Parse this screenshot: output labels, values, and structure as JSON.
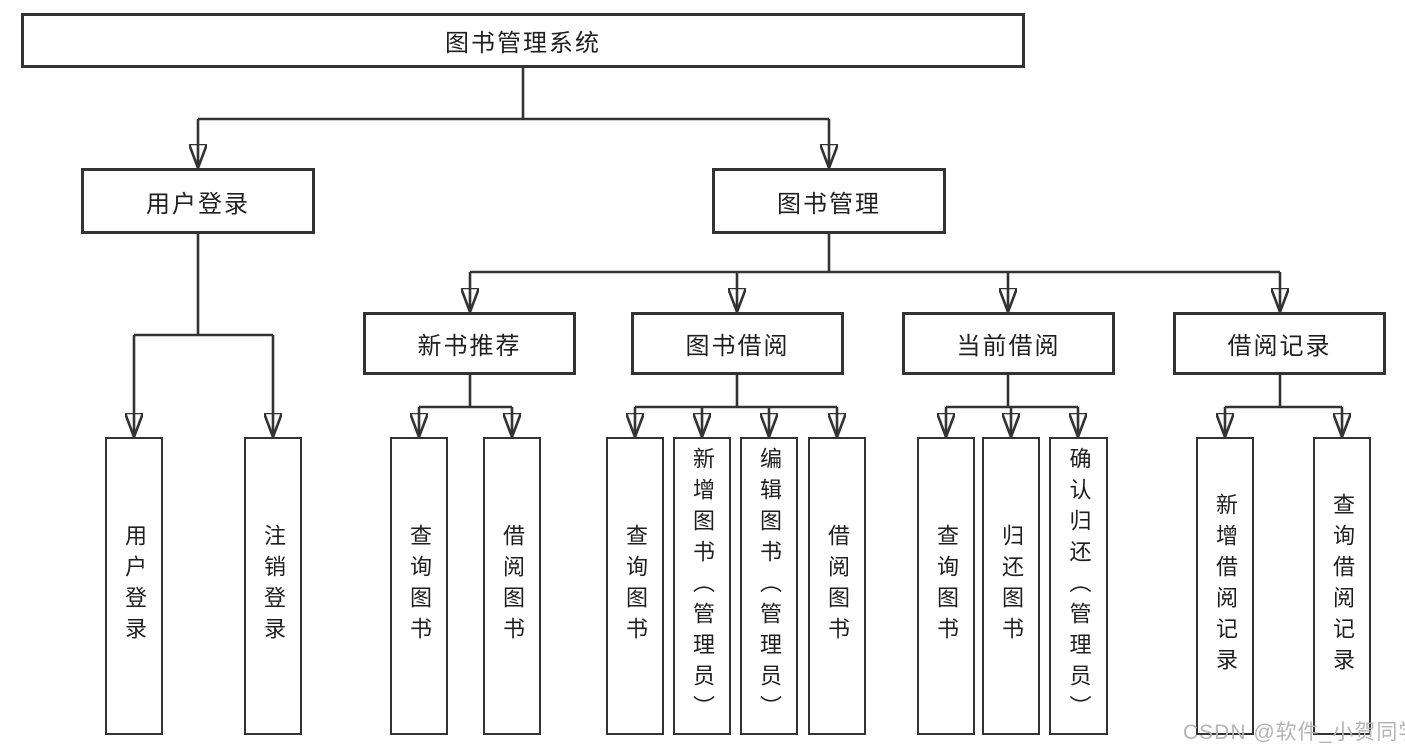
{
  "diagram": {
    "colors": {
      "line": "#333333",
      "box_border": "#333333",
      "text": "#1f1f1f",
      "background": "#ffffff",
      "watermark": "#b5b5b5"
    },
    "watermark": "CSDN @软件_小贺同学",
    "nodes": {
      "root": "图书管理系统",
      "level2": {
        "user_login": "用户登录",
        "book_management": "图书管理"
      },
      "level3": {
        "new_book_recommend": "新书推荐",
        "book_borrow": "图书借阅",
        "current_borrow": "当前借阅",
        "borrow_records": "借阅记录"
      },
      "leaves": {
        "user_login": [
          "用户登录",
          "注销登录"
        ],
        "new_book_recommend": [
          "查询图书",
          "借阅图书"
        ],
        "book_borrow": [
          "查询图书",
          "新增图书（管理员）",
          "编辑图书（管理员）",
          "借阅图书"
        ],
        "current_borrow": [
          "查询图书",
          "归还图书",
          "确认归还（管理员）"
        ],
        "borrow_records": [
          "新增借阅记录",
          "查询借阅记录"
        ]
      }
    }
  }
}
